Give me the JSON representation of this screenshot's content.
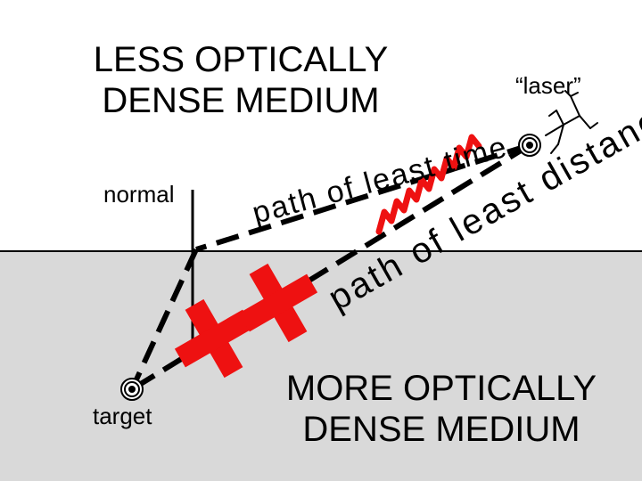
{
  "titles": {
    "top_medium": "LESS OPTICALLY\nDENSE MEDIUM",
    "bottom_medium": "MORE OPTICALLY\nDENSE MEDIUM"
  },
  "labels": {
    "normal": "normal",
    "target": "target",
    "laser": "“laser”"
  },
  "paths": {
    "least_time": "path of least time",
    "least_distance": "path of least distance"
  },
  "colors": {
    "background_top": "#ffffff",
    "background_bottom": "#d9d9d9",
    "cross": "#ee1111",
    "squiggle": "#ee1111",
    "line": "#000000"
  },
  "icons": {
    "laser_source": "laser-target-icon",
    "target": "bullseye-icon",
    "lifeguard": "stick-figure-icon",
    "wrong_path_marks": "red-x-icon",
    "laser_beam": "squiggle-beam-icon"
  }
}
